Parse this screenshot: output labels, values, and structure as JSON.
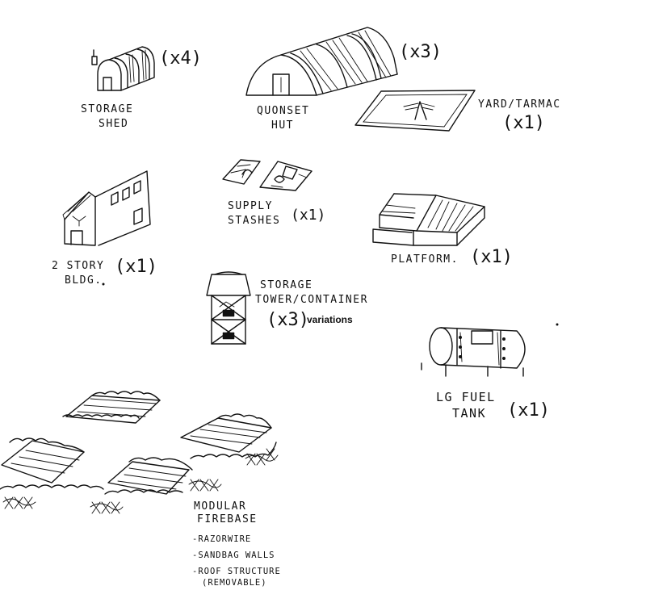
{
  "items": {
    "storage_shed": {
      "label_1": "STORAGE",
      "label_2": "SHED",
      "qty": "(x4)"
    },
    "quonset_hut": {
      "label_1": "QUONSET",
      "label_2": "HUT",
      "qty": "(x3)"
    },
    "yard_tarmac": {
      "label": "YARD/TARMAC",
      "qty": "(x1)"
    },
    "supply_stashes": {
      "label_1": "SUPPLY",
      "label_2": "STASHES",
      "qty": "(x1)"
    },
    "two_story_bldg": {
      "label_1": "2 STORY",
      "label_2": "BLDG.",
      "qty": "(x1)"
    },
    "platform": {
      "label": "PLATFORM.",
      "qty": "(x1)"
    },
    "storage_tower": {
      "label_1": "STORAGE",
      "label_2": "TOWER/CONTAINER",
      "qty": "(x3)",
      "typed_note": "variations"
    },
    "lg_fuel_tank": {
      "label_1": "LG FUEL",
      "label_2": "TANK",
      "qty": "(x1)"
    },
    "modular_firebase": {
      "label_1": "MODULAR",
      "label_2": "FIREBASE",
      "notes": [
        "-RAZORWIRE",
        "-SANDBAG WALLS",
        "-ROOF STRUCTURE",
        "(REMOVABLE)"
      ]
    }
  }
}
